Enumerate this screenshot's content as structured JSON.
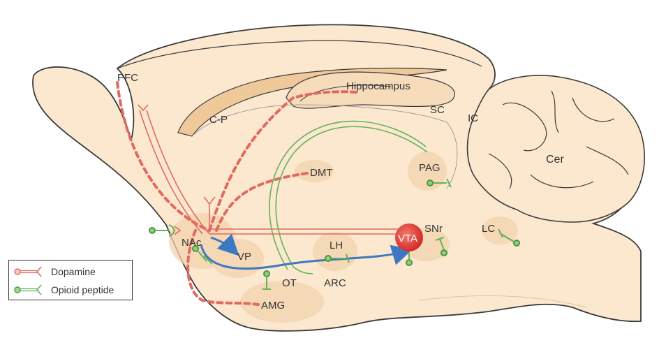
{
  "colors": {
    "dopamine": "#e06a5f",
    "dopamine_light": "#f2b8b0",
    "opioid": "#62b35a",
    "projection_arrow": "#3d79c2",
    "brain_fill": "#fbe8cf",
    "brain_outline": "#3a3a3a",
    "region_fill": "#f3d3ad",
    "vta_fill": "#e23a36"
  },
  "regions": {
    "pfc": "PFC",
    "cp": "C-P",
    "hippocampus": "Hippocampus",
    "sc": "SC",
    "ic": "IC",
    "cer": "Cer",
    "dmt": "DMT",
    "pag": "PAG",
    "nac": "NAc",
    "vp": "VP",
    "lh": "LH",
    "vta": "VTA",
    "snr": "SNr",
    "lc": "LC",
    "ot": "OT",
    "arc": "ARC",
    "amg": "AMG"
  },
  "legend": {
    "dopamine": "Dopamine",
    "opioid": "Opioid peptide"
  }
}
